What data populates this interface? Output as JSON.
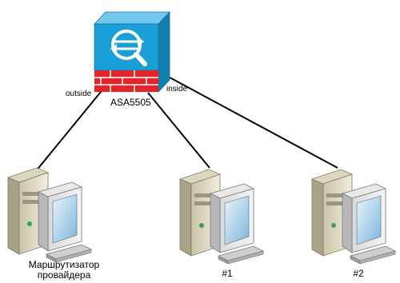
{
  "firewall": {
    "name": "ASA5505",
    "icon": "firewall-icon"
  },
  "ports": {
    "outside": "outside",
    "inside": "inside"
  },
  "hosts": [
    {
      "label_line1": "Маршрутизатор",
      "label_line2": "провайдера",
      "icon": "computer-icon"
    },
    {
      "label": "#1",
      "icon": "computer-icon"
    },
    {
      "label": "#2",
      "icon": "computer-icon"
    }
  ],
  "colors": {
    "firewall_blue": "#1aa0d6",
    "brick_red": "#e2242b",
    "screen_blue": "#1478b4"
  }
}
